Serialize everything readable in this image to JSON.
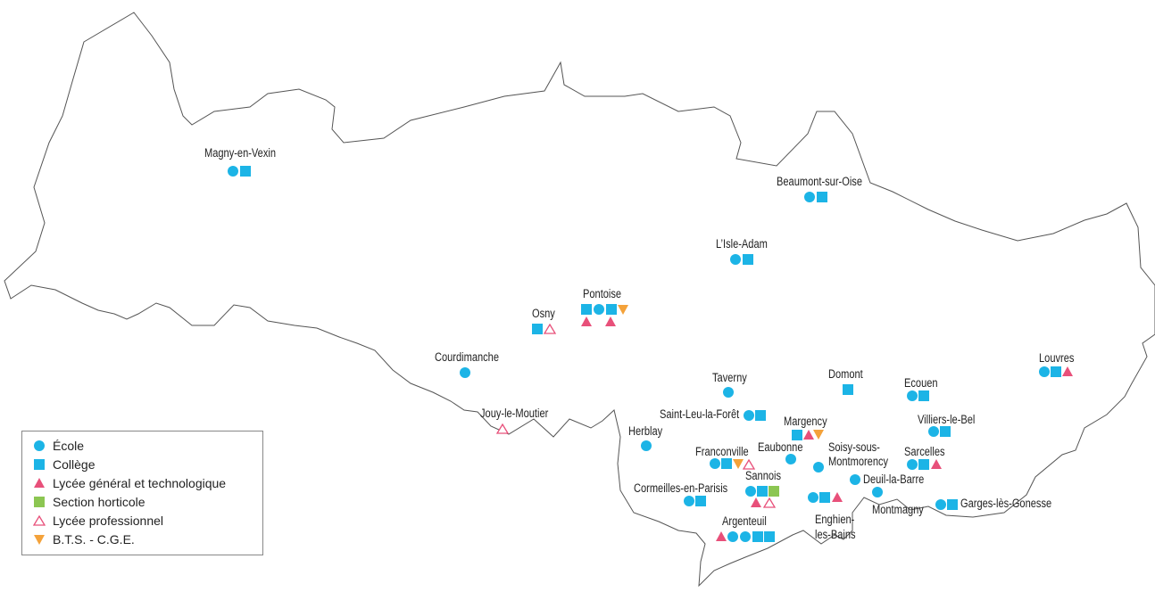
{
  "towns": {
    "magny": "Magny-en-Vexin",
    "beaumont": "Beaumont-sur-Oise",
    "isle_adam": "L’Isle-Adam",
    "pontoise": "Pontoise",
    "osny": "Osny",
    "courdimanche": "Courdimanche",
    "louvres": "Louvres",
    "domont": "Domont",
    "taverny": "Taverny",
    "ecouen": "Ecouen",
    "jouy": "Jouy-le-Moutier",
    "saint_leu": "Saint-Leu-la-Forêt",
    "margency": "Margency",
    "villiers": "Villiers-le-Bel",
    "herblay": "Herblay",
    "eaubonne": "Eaubonne",
    "soisy_1": "Soisy-sous-",
    "soisy_2": "Montmorency",
    "franconville": "Franconville",
    "sarcelles": "Sarcelles",
    "sannois": "Sannois",
    "deuil": "Deuil-la-Barre",
    "cormeilles": "Cormeilles-en-Parisis",
    "garges": "Garges-lès-Gonesse",
    "montmagny": "Montmagny",
    "argenteuil": "Argenteuil",
    "enghien_1": "Enghien-",
    "enghien_2": "les-Bains"
  },
  "legend": {
    "ecole": "École",
    "college": "Collège",
    "lycee_gt": "Lycée général et technologique",
    "horticole": "Section horticole",
    "lycee_pro": "Lycée professionnel",
    "bts": "B.T.S. - C.G.E."
  },
  "colors": {
    "ecole": "#1cb4e6",
    "college": "#1cb4e6",
    "lycee_gt": "#e8507a",
    "horticole": "#8cc652",
    "lycee_pro": "#e8507a",
    "bts": "#f4a23a",
    "border": "#555555"
  }
}
